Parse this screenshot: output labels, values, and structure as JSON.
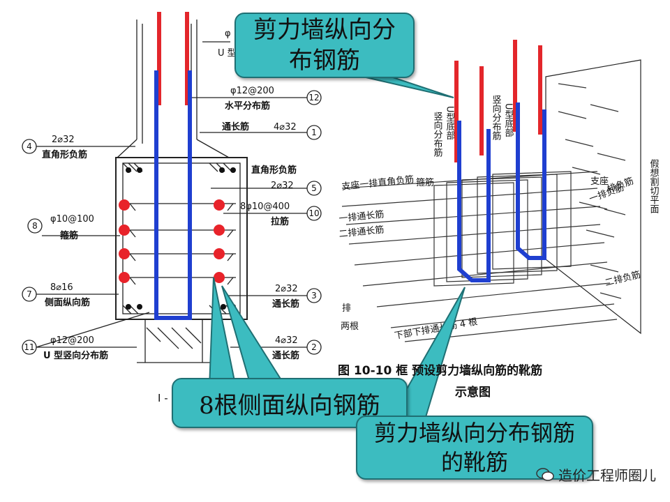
{
  "callouts": {
    "top": "剪力墙纵向分布钢筋",
    "middle": "8根侧面纵向钢筋",
    "bottom": "剪力墙纵向分布钢筋的靴筋"
  },
  "section": {
    "labels": [
      {
        "id": "label-phi-top",
        "text": "φ"
      },
      {
        "id": "label-u-top",
        "text": "U 型"
      },
      {
        "id": "label-12-spec",
        "text": "φ12@200"
      },
      {
        "id": "label-12-name",
        "text": "水平分布筋"
      },
      {
        "id": "label-1-name",
        "text": "通长筋"
      },
      {
        "id": "label-1-spec",
        "text": "4⌀32"
      },
      {
        "id": "label-4-spec",
        "text": "2⌀32"
      },
      {
        "id": "label-4-name",
        "text": "直角形负筋"
      },
      {
        "id": "label-5-name",
        "text": "直角形负筋"
      },
      {
        "id": "label-5-spec",
        "text": "2⌀32"
      },
      {
        "id": "label-10-spec",
        "text": "8φ10@400"
      },
      {
        "id": "label-10-name",
        "text": "拉筋"
      },
      {
        "id": "label-8-spec",
        "text": "φ10@100"
      },
      {
        "id": "label-8-name",
        "text": "箍筋"
      },
      {
        "id": "label-7-spec",
        "text": "8⌀16"
      },
      {
        "id": "label-7-name",
        "text": "侧面纵向筋"
      },
      {
        "id": "label-3-spec",
        "text": "2⌀32"
      },
      {
        "id": "label-3-name",
        "text": "通长筋"
      },
      {
        "id": "label-11-spec",
        "text": "φ12@200"
      },
      {
        "id": "label-11-name",
        "text": "U 型竖向分布筋"
      },
      {
        "id": "label-2-spec",
        "text": "4⌀32"
      },
      {
        "id": "label-2-name",
        "text": "通长筋"
      }
    ],
    "markers": [
      "12",
      "1",
      "4",
      "5",
      "10",
      "8",
      "7",
      "3",
      "11",
      "2"
    ],
    "section_mark": "I -"
  },
  "perspective": {
    "vlabels": [
      {
        "id": "v-shuxiang",
        "text": "竖向分布筋"
      },
      {
        "id": "v-shuxiang-u",
        "text": "竖向分布筋"
      },
      {
        "id": "v-u-bottom-a",
        "text": "U型底部"
      },
      {
        "id": "v-u-bottom-b",
        "text": "U型底部"
      },
      {
        "id": "v-jiaxiang",
        "text": "假想割切平面"
      }
    ],
    "labels": [
      {
        "id": "p-gujin",
        "text": "箍筋"
      },
      {
        "id": "p-zhizuo-1",
        "text": "支座一排直角负筋"
      },
      {
        "id": "p-tongchang-1",
        "text": "一排通长筋"
      },
      {
        "id": "p-tongchang-2",
        "text": "二排通长筋"
      },
      {
        "id": "p-zhizuo-right",
        "text": "支座"
      },
      {
        "id": "p-fujin-1",
        "text": "一排负筋"
      },
      {
        "id": "p-fujin-2",
        "text": "二排负筋"
      },
      {
        "id": "p-fujin-3",
        "text": "排负筋"
      },
      {
        "id": "p-bottom-pai",
        "text": "排"
      },
      {
        "id": "p-bottom-genshu",
        "text": "两根"
      },
      {
        "id": "p-xiabu",
        "text": "下部下排通长筋 4 根"
      }
    ],
    "caption_line1": "图 10-10   框     预设剪力墙纵向筋的靴筋",
    "caption_line2": "示意图"
  },
  "watermark": "造价工程师圈儿",
  "colors": {
    "callout_fill": "#3cbcc0",
    "rebar_red": "#e3262b",
    "rebar_blue": "#1f3fd0",
    "dot_red": "#e8232a"
  }
}
